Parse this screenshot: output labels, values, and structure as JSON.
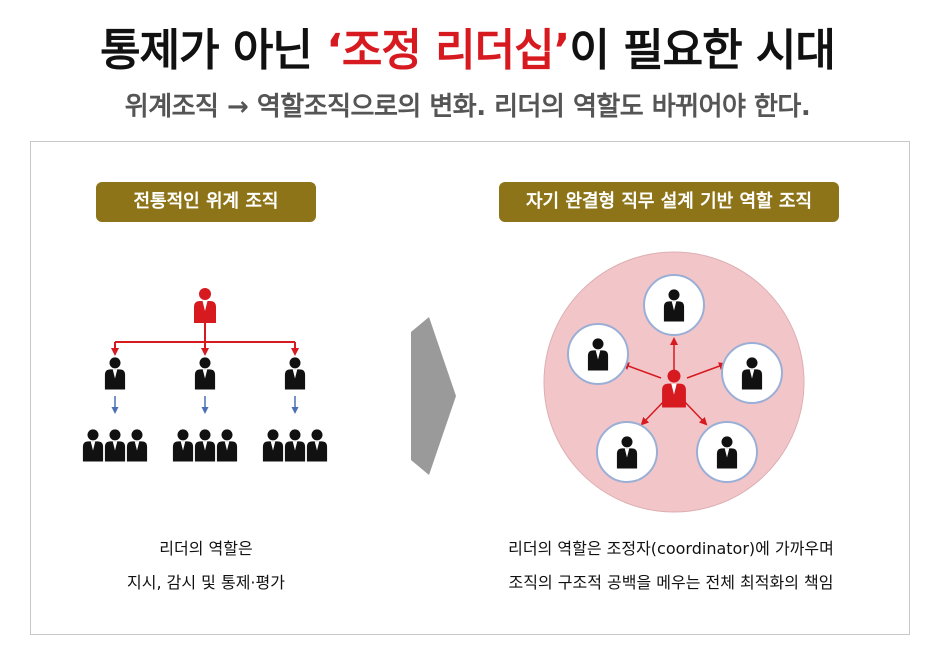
{
  "header": {
    "title_pre": "통제가 아닌 ",
    "title_highlight": "‘조정 리더십’",
    "title_post": "이 필요한 시대",
    "subtitle": "위계조직 → 역할조직으로의 변화. 리더의 역할도 바뀌어야 한다."
  },
  "left_panel": {
    "badge": "전통적인 위계 조직",
    "caption_line1": "리더의 역할은",
    "caption_line2": "지시, 감시 및 통제·평가"
  },
  "right_panel": {
    "badge": "자기 완결형 직무 설계 기반 역할 조직",
    "caption_line1": "리더의 역할은 조정자(coordinator)에 가까우며",
    "caption_line2": "조직의 구조적 공백을 메우는 전체 최적화의 책임"
  },
  "colors": {
    "accent_red": "#d71920",
    "badge_gold": "#8d7418",
    "circle_pink": "#f2c6c9",
    "arrow_gray": "#9a9a9a",
    "down_arrow_blue": "#4a6fb5"
  }
}
